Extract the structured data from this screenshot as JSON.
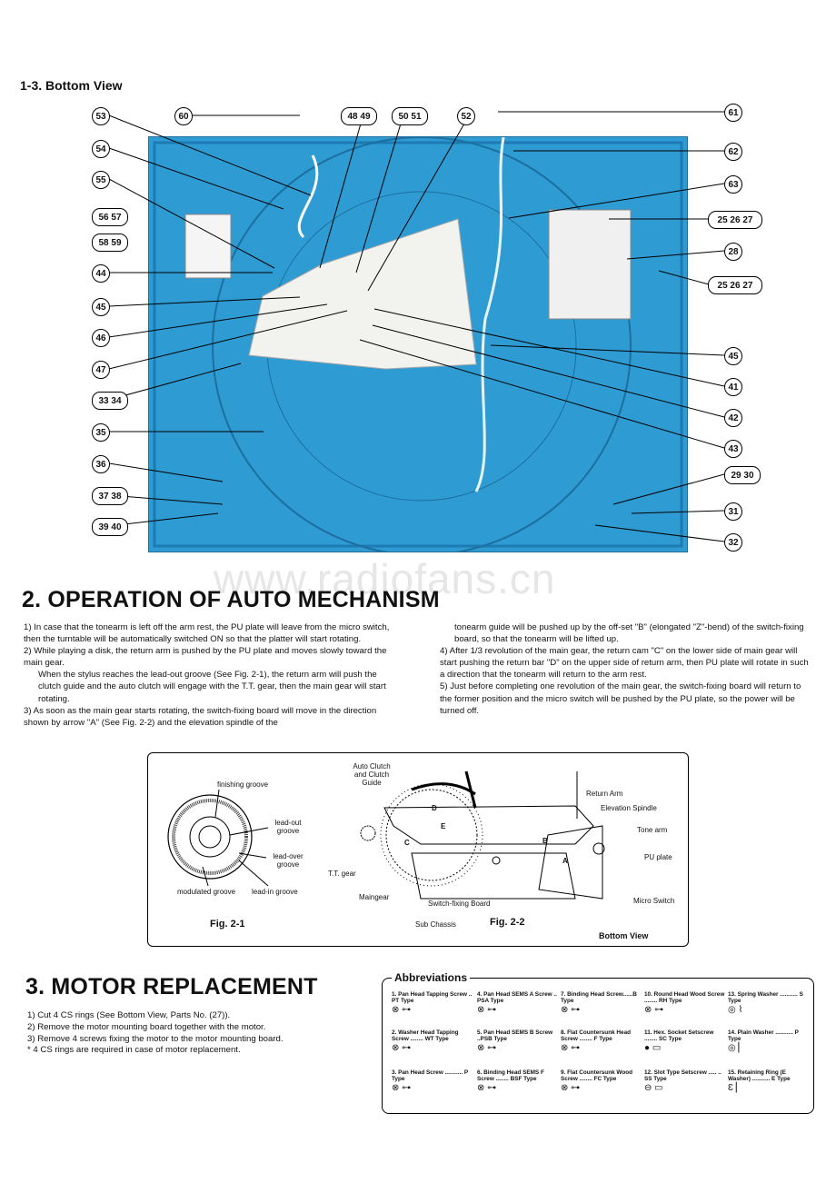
{
  "section_bottom": {
    "heading": "1-3.  Bottom View"
  },
  "callouts": {
    "top": [
      "60",
      "48 49",
      "50 51",
      "52",
      "61"
    ],
    "left": [
      "53",
      "54",
      "55",
      "56 57",
      "58 59",
      "44",
      "45",
      "46",
      "47",
      "33 34",
      "35",
      "36",
      "37 38",
      "39 40"
    ],
    "right": [
      "62",
      "63",
      "25 26 27",
      "28",
      "25 26 27",
      "45",
      "41",
      "42",
      "43",
      "29 30",
      "31",
      "32"
    ]
  },
  "watermark": "www.radiofans.cn",
  "section2": {
    "heading": "2.  OPERATION OF AUTO MECHANISM",
    "left_paras": [
      "1)  In case that the tonearm is left off the arm rest, the PU plate will leave from the micro switch, then the turntable will be automatically switched ON so that the platter will start rotating.",
      "2)  While playing a disk, the return arm is pushed by the PU plate and moves slowly toward the main gear.",
      "When the stylus reaches the lead-out groove (See Fig. 2-1), the return arm will push the clutch guide and the auto clutch will engage with the T.T. gear, then the main gear will start rotating.",
      "3)  As soon as the main gear starts rotating, the switch-fixing board will move in the direction shown by arrow \"A\" (See Fig. 2-2) and the elevation spindle of the"
    ],
    "right_paras": [
      "tonearm guide will be pushed up by the off-set \"B\" (elongated \"Z\"-bend) of the switch-fixing board, so that the tonearm will be lifted up.",
      "4)  After 1/3 revolution of the main gear, the return cam \"C\" on the lower side of main gear will start pushing the return bar \"D\" on the upper side of return arm, then PU plate will rotate in such a direction that the tonearm will return to the arm rest.",
      "5)  Just before completing one revolution of the main gear, the switch-fixing board will return to the former position and the micro switch will be pushed by the PU plate, so the power will be turned off."
    ]
  },
  "fig21": {
    "labels": [
      "finishing groove",
      "lead-out groove",
      "lead-over groove",
      "modulated groove",
      "lead-in groove"
    ],
    "caption": "Fig. 2-1"
  },
  "fig22": {
    "labels": [
      "Auto Clutch and Clutch Guide",
      "Return Arm",
      "Elevation Spindle",
      "Tone arm",
      "PU plate",
      "T.T. gear",
      "Maingear",
      "Switch-fixing Board",
      "Micro Switch",
      "Sub Chassis",
      "Bottom View"
    ],
    "letters": [
      "D",
      "E",
      "C",
      "B",
      "A"
    ],
    "caption": "Fig. 2-2"
  },
  "section3": {
    "heading": "3.  MOTOR REPLACEMENT",
    "items": [
      "1)  Cut 4 CS rings (See Bottom View, Parts No. (27)).",
      "2)  Remove the motor mounting board together with the motor.",
      "3)  Remove 4 screws fixing the motor to the motor mounting board.",
      "*    4 CS rings are required in case of motor replacement."
    ]
  },
  "abbreviations": {
    "title": "Abbreviations",
    "items": [
      {
        "name": "1. Pan Head Tapping Screw .. PT Type",
        "icon": "⊗ ⊶"
      },
      {
        "name": "4. Pan Head SEMS A Screw .. PSA Type",
        "icon": "⊗ ⊶"
      },
      {
        "name": "7. Binding Head Screw......B Type",
        "icon": "⊗ ⊶"
      },
      {
        "name": "10. Round Head Wood Screw ........ RH Type",
        "icon": "⊗ ⊶"
      },
      {
        "name": "13. Spring Washer ........... S Type",
        "icon": "◎ ⌇"
      },
      {
        "name": "2. Washer Head Tapping Screw ........ WT Type",
        "icon": "⊗ ⊶"
      },
      {
        "name": "5. Pan Head SEMS B Screw ..PSB Type",
        "icon": "⊗ ⊶"
      },
      {
        "name": "8. Flat Countersunk Head Screw ........ F Type",
        "icon": "⊗ ⊶"
      },
      {
        "name": "11. Hex. Socket Setscrew ........ SC Type",
        "icon": "● ▭"
      },
      {
        "name": "14. Plain Washer ........... P Type",
        "icon": "◎ ▏"
      },
      {
        "name": "3. Pan Head Screw ........... P Type",
        "icon": "⊗ ⊶"
      },
      {
        "name": "6. Binding Head SEMS F Screw ........ BSF Type",
        "icon": "⊗ ⊶"
      },
      {
        "name": "9. Flat Countersunk Wood Screw ........ FC Type",
        "icon": "⊗ ⊶"
      },
      {
        "name": "12. Slot Type Setscrew ..... .. SS Type",
        "icon": "⊖ ▭"
      },
      {
        "name": "15. Retaining Ring (E Washer) ........... E Type",
        "icon": "Ɛ ▏"
      }
    ]
  }
}
